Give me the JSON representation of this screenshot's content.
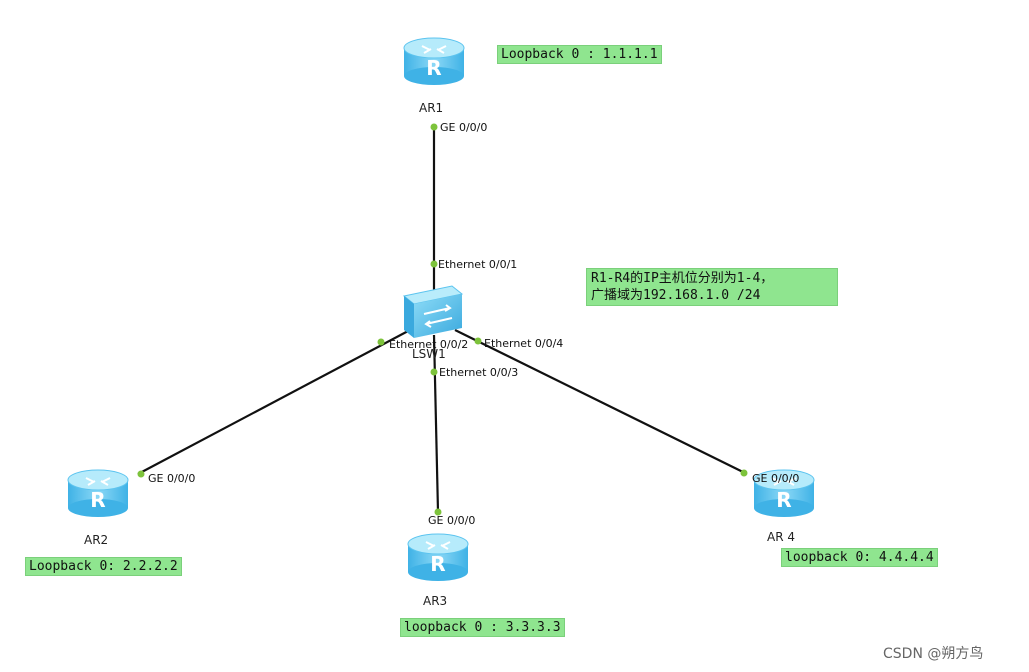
{
  "nodes": {
    "ar1": {
      "label": "AR1"
    },
    "ar2": {
      "label": "AR2"
    },
    "ar3": {
      "label": "AR3"
    },
    "ar4": {
      "label": "AR 4"
    },
    "lsw1": {
      "label": "LSW1"
    }
  },
  "router_glyph": "R",
  "ports": {
    "ar1_ge": "GE 0/0/0",
    "lsw_e1": "Ethernet 0/0/1",
    "lsw_e2": "Ethernet 0/0/2",
    "lsw_e3": "Ethernet 0/0/3",
    "lsw_e4": "Ethernet 0/0/4",
    "ar2_ge": "GE 0/0/0",
    "ar3_ge": "GE 0/0/0",
    "ar4_ge": "GE 0/0/0"
  },
  "notes": {
    "ar1_loopback": "Loopback 0 : 1.1.1.1",
    "ar2_loopback": "Loopback 0: 2.2.2.2",
    "ar3_loopback": "loopback 0 : 3.3.3.3",
    "ar4_loopback": "loopback 0: 4.4.4.4",
    "ip_line1": "R1-R4的IP主机位分别为1-4，",
    "ip_line2": "广播域为192.168.1.0 /24"
  },
  "watermark": "CSDN @朔方鸟",
  "colors": {
    "router_body": "#5cc4ef",
    "router_top": "#9fe0f8",
    "switch_body": "#63c8f2",
    "port_dot": "#7dc33b",
    "note_bg": "#8fe58f",
    "link": "#111111"
  }
}
